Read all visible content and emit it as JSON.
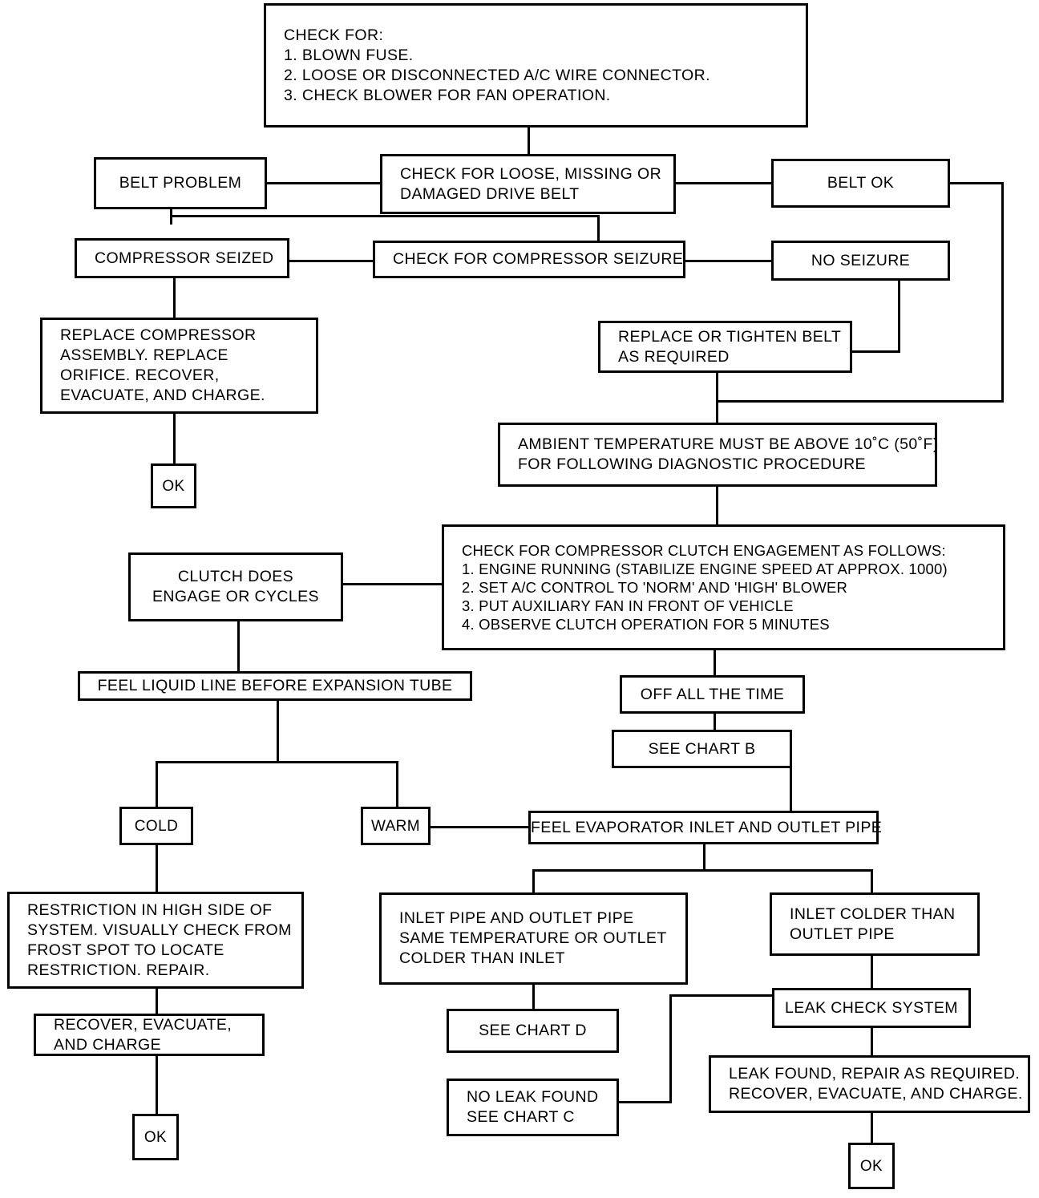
{
  "chart": {
    "title": "A/C System Diagnostic Flow Chart A",
    "line_color": "#000000",
    "box_fill": "#ffffff",
    "border_color": "#000000"
  },
  "nodes": {
    "check_for": "CHECK FOR:\n1. BLOWN FUSE.\n2. LOOSE OR DISCONNECTED A/C WIRE CONNECTOR.\n3. CHECK BLOWER FOR FAN OPERATION.",
    "belt_problem": "BELT PROBLEM",
    "check_drive_belt": "CHECK FOR LOOSE, MISSING OR\nDAMAGED DRIVE BELT",
    "belt_ok": "BELT OK",
    "compressor_seized": "COMPRESSOR SEIZED",
    "check_compressor_seizure": "CHECK FOR COMPRESSOR SEIZURE",
    "no_seizure": "NO SEIZURE",
    "replace_compressor": "REPLACE COMPRESSOR\nASSEMBLY. REPLACE\nORIFICE. RECOVER,\nEVACUATE, AND CHARGE.",
    "replace_tighten_belt": "REPLACE OR TIGHTEN BELT\nAS REQUIRED",
    "ok_left": "OK",
    "ambient_temperature": "AMBIENT TEMPERATURE MUST BE ABOVE 10˚C (50˚F)\nFOR FOLLOWING DIAGNOSTIC PROCEDURE",
    "clutch_engagement": "CHECK FOR COMPRESSOR CLUTCH ENGAGEMENT AS FOLLOWS:\n1. ENGINE RUNNING (STABILIZE ENGINE SPEED AT APPROX. 1000)\n2. SET A/C CONTROL TO 'NORM' AND 'HIGH' BLOWER\n3. PUT AUXILIARY FAN IN FRONT OF VEHICLE\n4. OBSERVE CLUTCH OPERATION FOR 5 MINUTES",
    "clutch_does_engage": "CLUTCH DOES\nENGAGE OR CYCLES",
    "off_all_the_time": "OFF ALL THE TIME",
    "feel_liquid_line": "FEEL LIQUID LINE BEFORE EXPANSION TUBE",
    "see_chart_b": "SEE CHART B",
    "cold": "COLD",
    "warm": "WARM",
    "feel_evaporator": "FEEL EVAPORATOR INLET AND OUTLET PIPE",
    "restriction_high_side": "RESTRICTION IN HIGH SIDE OF\nSYSTEM. VISUALLY CHECK FROM\nFROST SPOT TO LOCATE\nRESTRICTION. REPAIR.",
    "inlet_outlet_same": "INLET PIPE AND OUTLET PIPE\nSAME TEMPERATURE OR OUTLET\nCOLDER THAN INLET",
    "inlet_colder": "INLET COLDER THAN\nOUTLET PIPE",
    "leak_check_system": "LEAK CHECK SYSTEM",
    "recover_evacuate_charge": "RECOVER, EVACUATE,\nAND CHARGE",
    "see_chart_d": "SEE CHART D",
    "no_leak_found": "NO LEAK FOUND\nSEE CHART C",
    "leak_found": "LEAK FOUND, REPAIR AS REQUIRED.\nRECOVER, EVACUATE, AND CHARGE.",
    "ok_bottom_left": "OK",
    "ok_bottom_right": "OK"
  }
}
